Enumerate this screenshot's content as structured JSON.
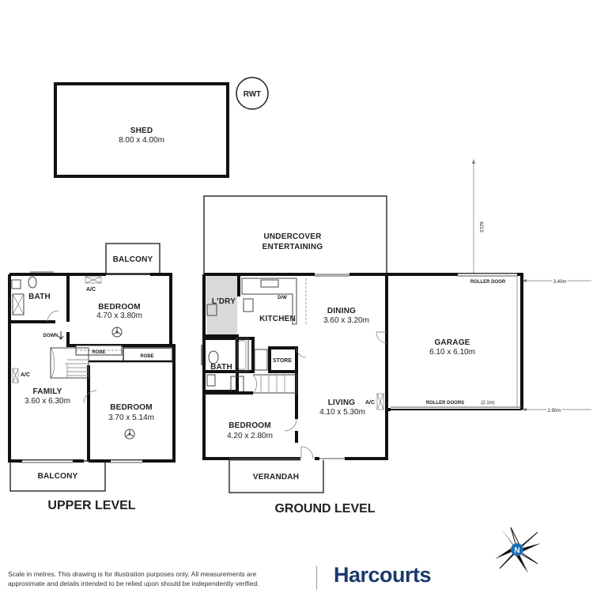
{
  "site": {
    "shed": {
      "label": "SHED",
      "dims": "8.00 x 4.00m"
    },
    "tank": {
      "label": "RWT"
    },
    "setback_vertical": "6215",
    "setback_top": "3.40m",
    "setback_bottom": "2.90m"
  },
  "upper_level": {
    "title": "UPPER LEVEL",
    "rooms": {
      "balcony_top": {
        "label": "BALCONY"
      },
      "bath": {
        "label": "BATH"
      },
      "ac_bedroom": {
        "label": "A/C"
      },
      "bedroom1": {
        "label": "BEDROOM",
        "dims": "4.70 x 3.80m"
      },
      "down": {
        "label": "DOWN"
      },
      "robe1": {
        "label": "ROBE"
      },
      "robe2": {
        "label": "ROBE"
      },
      "ac_family": {
        "label": "A/C"
      },
      "family": {
        "label": "FAMILY",
        "dims": "3.60 x 6.30m"
      },
      "bedroom2": {
        "label": "BEDROOM",
        "dims": "3.70 x 5.14m"
      },
      "balcony_bottom": {
        "label": "BALCONY"
      }
    }
  },
  "ground_level": {
    "title": "GROUND LEVEL",
    "rooms": {
      "undercover": {
        "label_line1": "UNDERCOVER",
        "label_line2": "ENTERTAINING"
      },
      "laundry": {
        "label": "L'DRY"
      },
      "kitchen": {
        "label": "KITCHEN"
      },
      "dw": {
        "label": "D/W"
      },
      "dining": {
        "label": "DINING",
        "dims": "3.60 x 3.20m"
      },
      "bath": {
        "label": "BATH"
      },
      "store": {
        "label": "STORE"
      },
      "living": {
        "label": "LIVING",
        "dims": "4.10 x 5.30m"
      },
      "ac_living": {
        "label": "A/C"
      },
      "bedroom": {
        "label": "BEDROOM",
        "dims": "4.20 x 2.80m"
      },
      "verandah": {
        "label": "VERANDAH"
      },
      "garage": {
        "label": "GARAGE",
        "dims": "6.10 x 6.10m"
      },
      "roller_door": {
        "label": "ROLLER DOOR"
      },
      "roller_doors": {
        "label": "ROLLER DOORS",
        "note": "(2.1m)"
      }
    }
  },
  "compass": {
    "letter": "N"
  },
  "footer": {
    "disclaimer": "Scale in metres. This drawing is for illustration purposes only. All measurements are approximate and details intended to be relied upon should be independently verified.",
    "brand": "Harcourts"
  },
  "colors": {
    "wall": "#111111",
    "laundry_fill": "#d9d9d9",
    "brand": "#1b3a6b"
  }
}
